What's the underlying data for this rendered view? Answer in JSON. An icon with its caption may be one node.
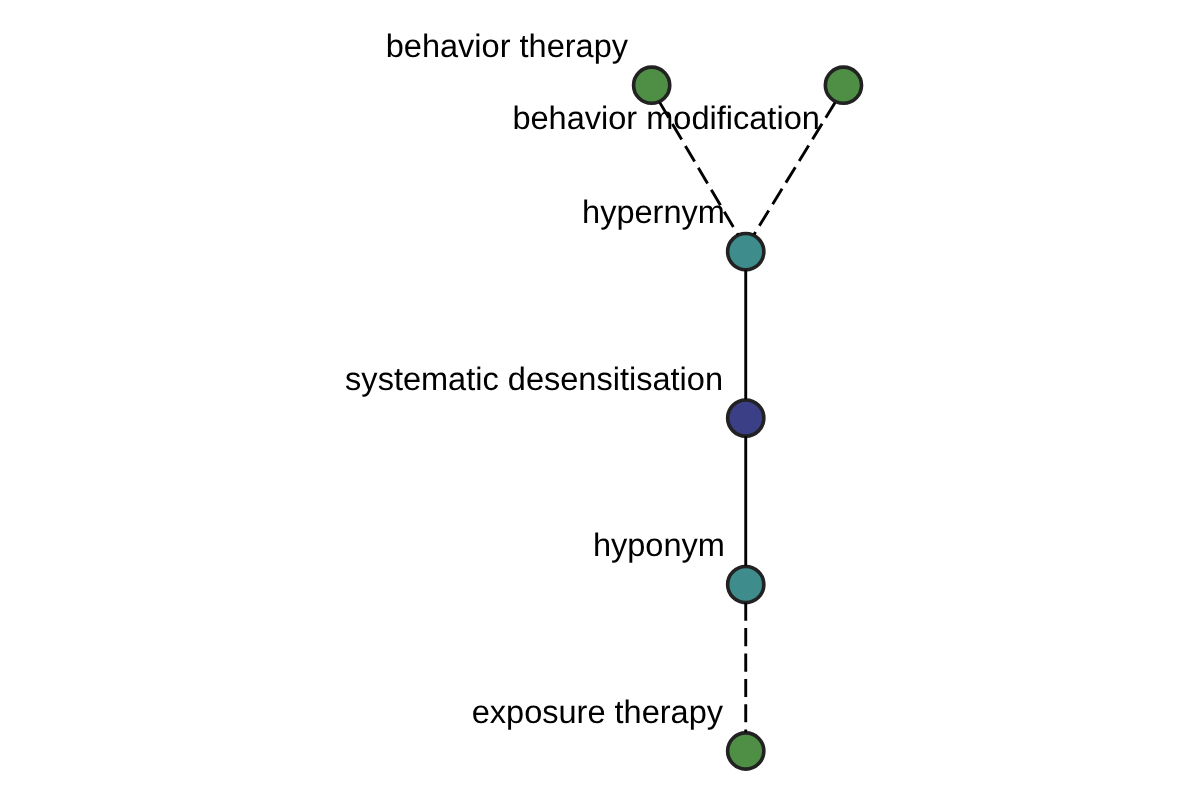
{
  "diagram": {
    "nodes": [
      {
        "text": [
          "behavior therapy"
        ]
      },
      {
        "text": [
          "behavior modification"
        ]
      },
      {
        "text": [
          "hypernym"
        ]
      },
      {
        "text": [
          "systematic desensitisation"
        ]
      },
      {
        "text": [
          "hyponym"
        ]
      },
      {
        "text": [
          "exposure therapy"
        ]
      }
    ],
    "edges": [
      {
        "from": 0,
        "to": 2,
        "arrow": "none",
        "style": "dashed"
      },
      {
        "from": 1,
        "to": 2,
        "arrow": "none",
        "style": "dashed"
      },
      {
        "from": 2,
        "to": 3,
        "arrow": "none"
      },
      {
        "from": 3,
        "to": 4,
        "arrow": "none"
      },
      {
        "from": 4,
        "to": 5,
        "arrow": "none",
        "style": "dashed"
      }
    ]
  }
}
